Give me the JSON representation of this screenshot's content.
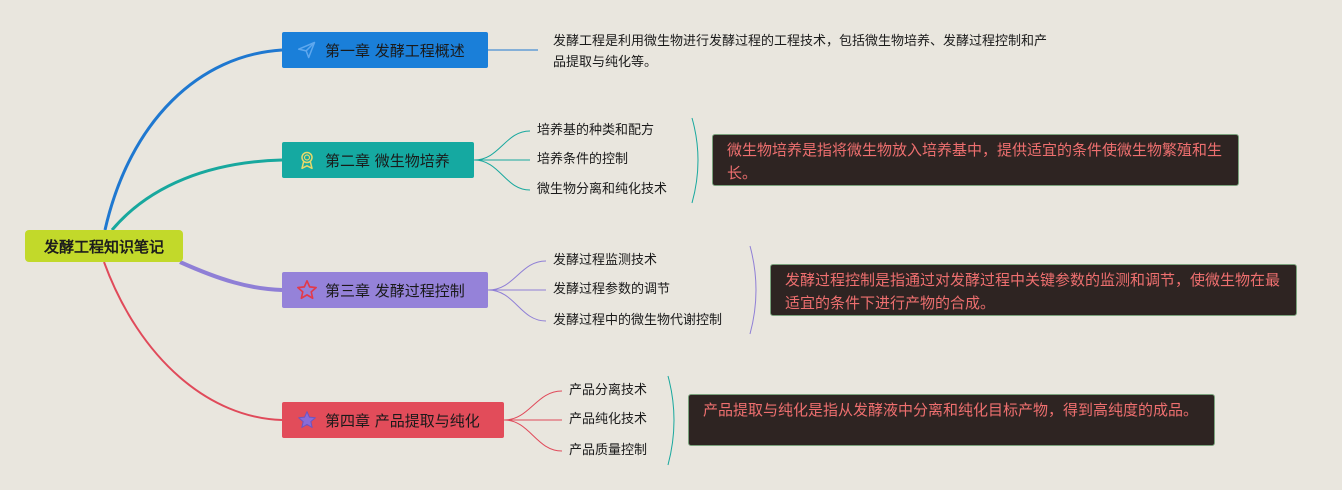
{
  "root": {
    "label": "发酵工程知识笔记"
  },
  "chapters": [
    {
      "label": "第一章 发酵工程概述",
      "icon": "paper-plane-icon",
      "color": "#1a7fd9",
      "line_color": "#1f78d0",
      "topics": [],
      "note": "发酵工程是利用微生物进行发酵过程的工程技术，包括微生物培养、发酵过程控制和产品提取与纯化等。"
    },
    {
      "label": "第二章 微生物培养",
      "icon": "award-ribbon-icon",
      "color": "#15a9a1",
      "line_color": "#18a89e",
      "topics": [
        "培养基的种类和配方",
        "培养条件的控制",
        "微生物分离和纯化技术"
      ],
      "note": "微生物培养是指将微生物放入培养基中，提供适宜的条件使微生物繁殖和生长。"
    },
    {
      "label": "第三章 发酵过程控制",
      "icon": "star-outline-icon",
      "color": "#9582d9",
      "line_color": "#8f7fd6",
      "topics": [
        "发酵过程监测技术",
        "发酵过程参数的调节",
        "发酵过程中的微生物代谢控制"
      ],
      "note": "发酵过程控制是指通过对发酵过程中关键参数的监测和调节，使微生物在最适宜的条件下进行产物的合成。"
    },
    {
      "label": "第四章 产品提取与纯化",
      "icon": "star-filled-icon",
      "color": "#e24c5a",
      "line_color": "#e04a5a",
      "topics": [
        "产品分离技术",
        "产品纯化技术",
        "产品质量控制"
      ],
      "note": "产品提取与纯化是指从发酵液中分离和纯化目标产物，得到高纯度的成品。"
    }
  ]
}
